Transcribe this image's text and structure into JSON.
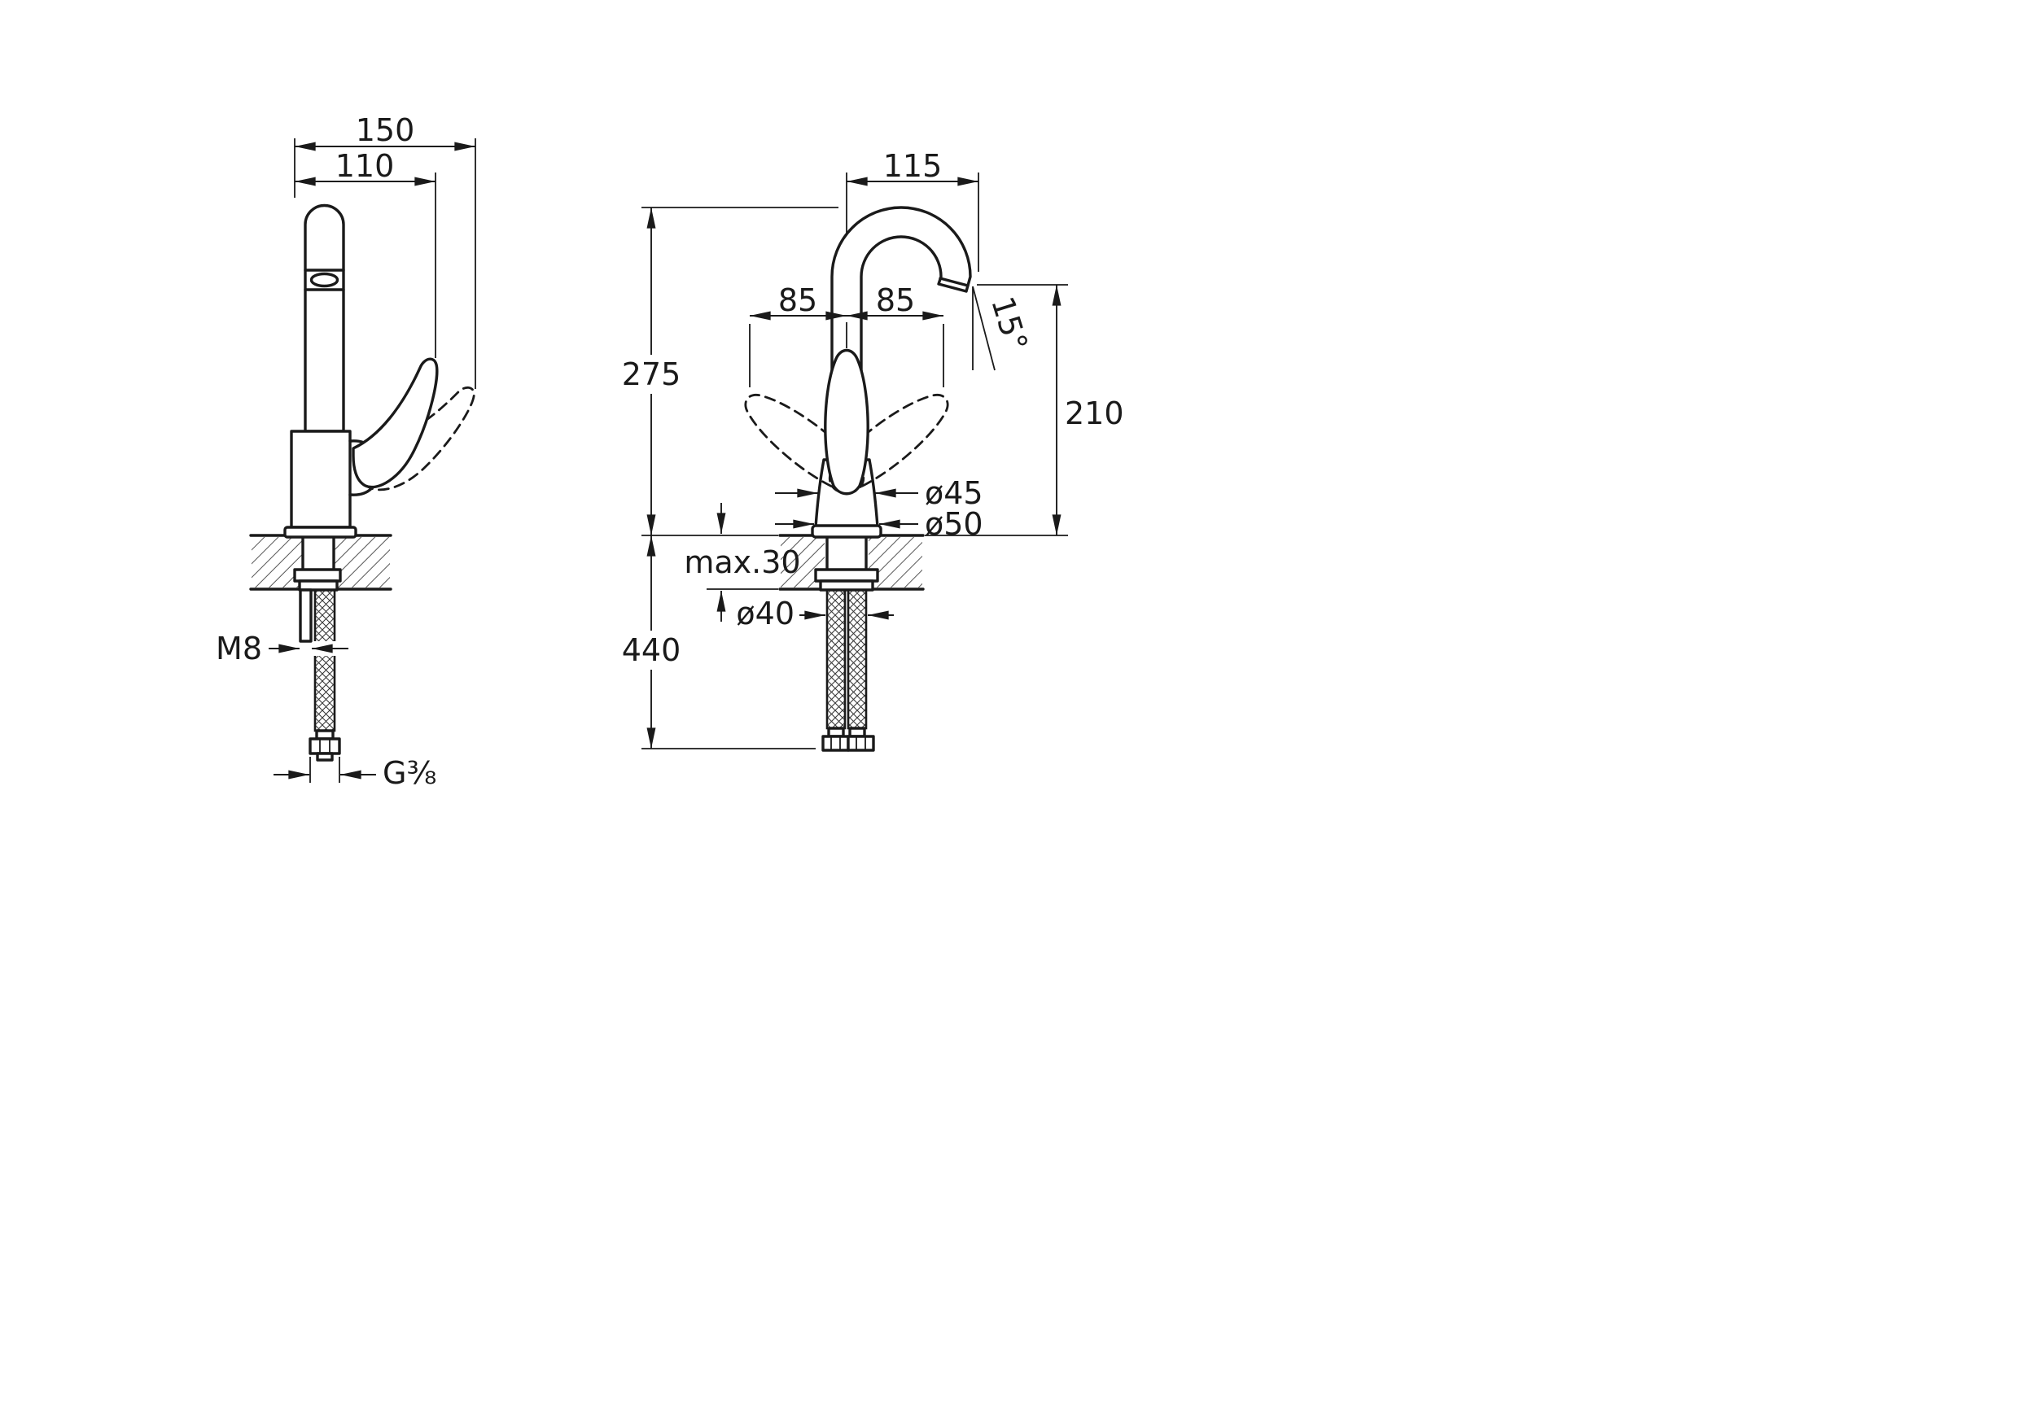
{
  "colors": {
    "line": "#1a1a1a",
    "background": "#ffffff"
  },
  "drawing": {
    "side_view": {
      "dims": {
        "overall_depth": "150",
        "spout_reach": "110",
        "fixing_stud_thread": "M8",
        "hose_connection_thread": "G⅜"
      }
    },
    "front_view": {
      "dims": {
        "spout_offset": "115",
        "spout_height": "275",
        "handle_swing_left": "85",
        "handle_swing_right": "85",
        "outlet_angle": "15°",
        "outlet_clearance": "210",
        "body_diameter": "ø45",
        "base_diameter": "ø50",
        "max_deck_thickness": "max.30",
        "hole_diameter": "ø40",
        "hose_length": "440"
      }
    }
  }
}
